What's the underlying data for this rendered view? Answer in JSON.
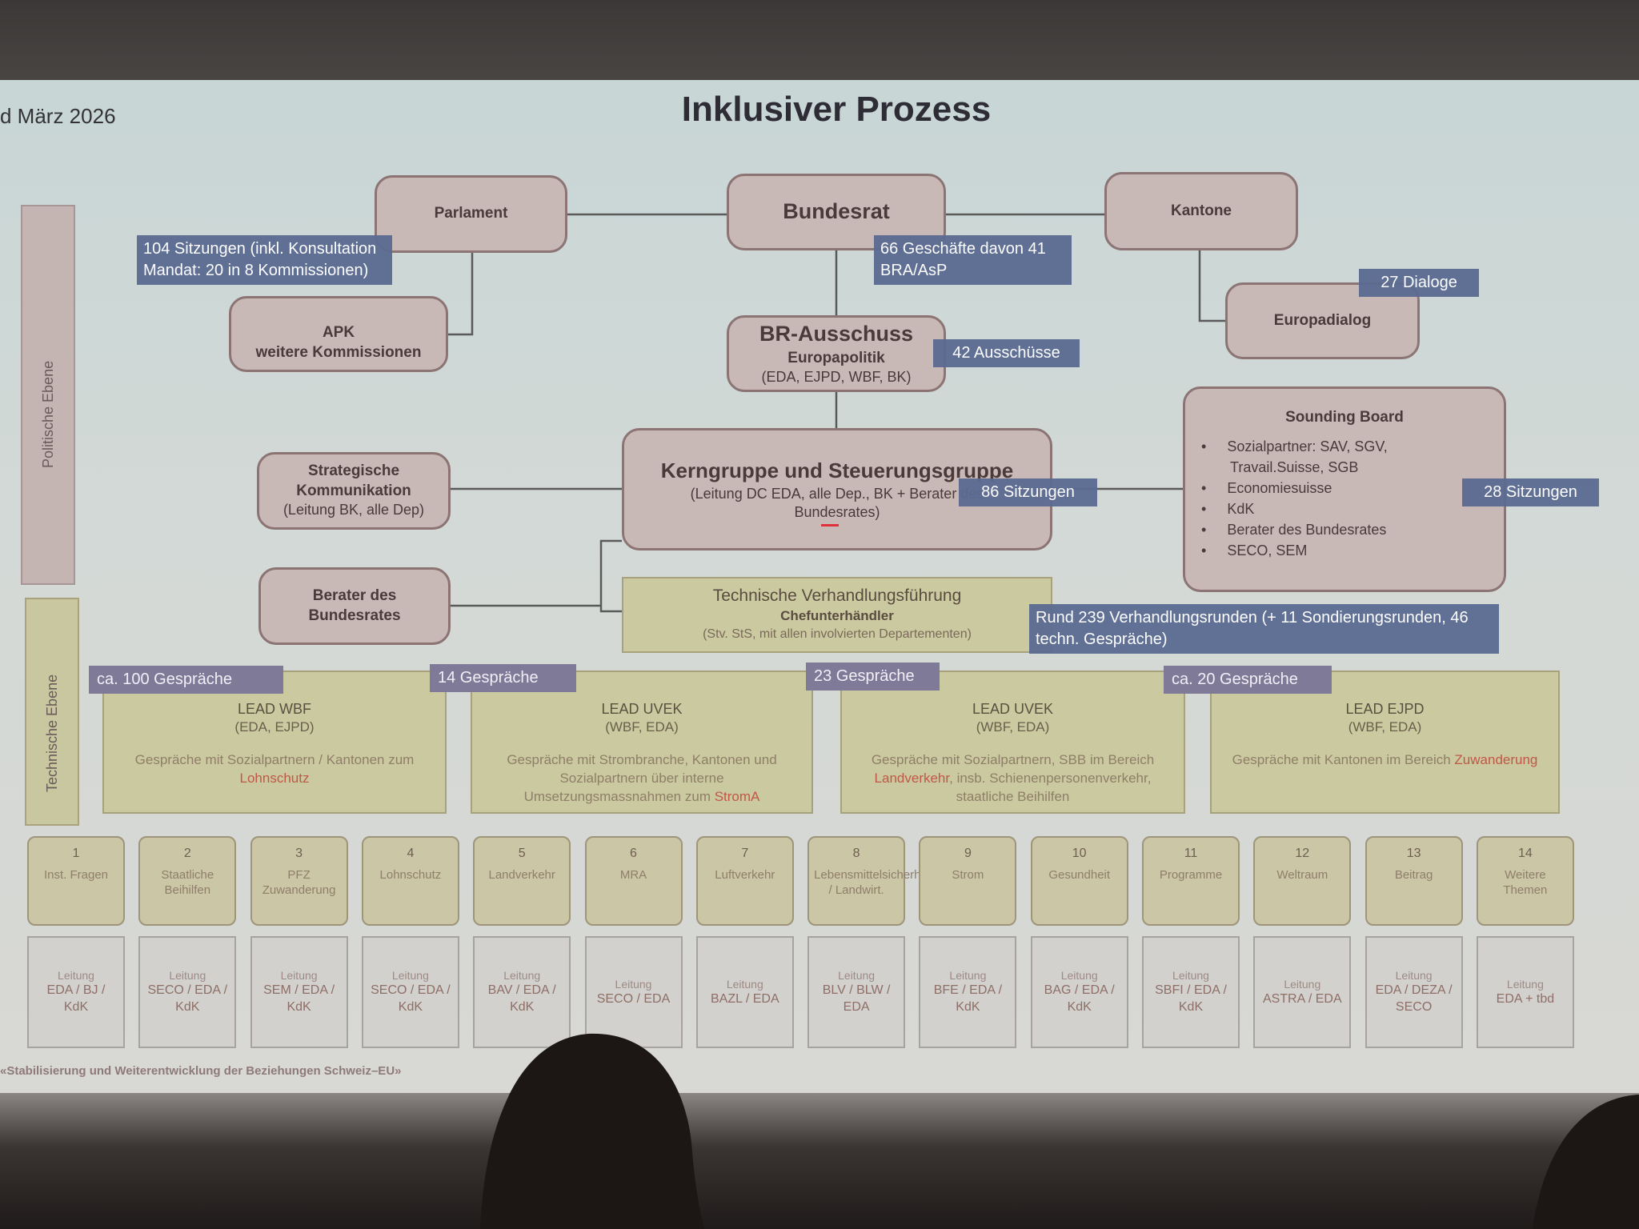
{
  "header": {
    "date": "d März 2026",
    "title": "Inklusiver Prozess"
  },
  "levels": {
    "political": "Politische Ebene",
    "technical": "Technische Ebene"
  },
  "political": {
    "parlament": "Parlament",
    "bundesrat": "Bundesrat",
    "kantone": "Kantone",
    "apk": {
      "title": "APK",
      "sub": "weitere Kommissionen"
    },
    "europadialog": "Europadialog",
    "br_ausschuss": {
      "title": "BR-Ausschuss",
      "sub": "Europapolitik",
      "members": "(EDA, EJPD, WBF, BK)"
    },
    "kerngruppe": {
      "title": "Kerngruppe und Steuerungsgruppe",
      "sub": "(Leitung DC EDA, alle Dep., BK + Berater des Bundesrates)"
    },
    "strat_komm": {
      "title": "Strategische Kommunikation",
      "sub": "(Leitung BK, alle Dep)"
    },
    "berater": "Berater des Bundesrates",
    "sounding_board": {
      "title": "Sounding Board",
      "items": [
        "Sozialpartner: SAV, SGV, Travail.Suisse, SGB",
        "Economiesuisse",
        "KdK",
        "Berater des Bundesrates",
        "SECO, SEM"
      ]
    }
  },
  "labels": {
    "sitzungen_parl": "104 Sitzungen (inkl. Konsultation Mandat: 20 in 8 Kommissionen)",
    "geschaefte": "66 Geschäfte davon 41 BRA/AsP",
    "dialoge": "27 Dialoge",
    "ausschuesse": "42 Ausschüsse",
    "sitzungen_kern": "86 Sitzungen",
    "sitzungen_sb": "28 Sitzungen",
    "verhandlungsrunden": "Rund 239 Verhandlungsrunden (+ 11 Sondierungsrunden, 46 techn. Gespräche)"
  },
  "technical": {
    "title": "Technische Verhandlungsführung",
    "sub": "Chefunterhändler",
    "members": "(Stv. StS, mit allen involvierten Departementen)"
  },
  "leads": [
    {
      "tag": "ca. 100 Gespräche",
      "title": "LEAD WBF",
      "members": "(EDA, EJPD)",
      "desc": "Gespräche mit Sozialpartnern / Kantonen zum ",
      "highlight": "Lohnschutz",
      "desc_after": ""
    },
    {
      "tag": "14 Gespräche",
      "title": "LEAD UVEK",
      "members": "(WBF, EDA)",
      "desc": "Gespräche mit Strombranche, Kantonen und Sozialpartnern über interne Umsetzungsmassnahmen zum ",
      "highlight": "StromA",
      "desc_after": ""
    },
    {
      "tag": "23 Gespräche",
      "title": "LEAD UVEK",
      "members": "(WBF, EDA)",
      "desc": "Gespräche mit Sozialpartnern, SBB im Bereich ",
      "highlight": "Landverkehr",
      "desc_after": ", insb. Schienenpersonenverkehr, staatliche Beihilfen"
    },
    {
      "tag": "ca. 20 Gespräche",
      "title": "LEAD EJPD",
      "members": "(WBF, EDA)",
      "desc": "Gespräche mit Kantonen im Bereich ",
      "highlight": "Zuwanderung",
      "desc_after": ""
    }
  ],
  "topics": [
    {
      "n": "1",
      "name": "Inst. Fragen",
      "lead": "EDA / BJ / KdK"
    },
    {
      "n": "2",
      "name": "Staatliche Beihilfen",
      "lead": "SECO / EDA / KdK"
    },
    {
      "n": "3",
      "name": "PFZ Zuwanderung",
      "lead": "SEM / EDA / KdK"
    },
    {
      "n": "4",
      "name": "Lohnschutz",
      "lead": "SECO / EDA / KdK"
    },
    {
      "n": "5",
      "name": "Landverkehr",
      "lead": "BAV / EDA / KdK"
    },
    {
      "n": "6",
      "name": "MRA",
      "lead": "SECO / EDA"
    },
    {
      "n": "7",
      "name": "Luftverkehr",
      "lead": "BAZL / EDA"
    },
    {
      "n": "8",
      "name": "Lebensmittelsicherheit / Landwirt.",
      "lead": "BLV / BLW / EDA"
    },
    {
      "n": "9",
      "name": "Strom",
      "lead": "BFE / EDA / KdK"
    },
    {
      "n": "10",
      "name": "Gesundheit",
      "lead": "BAG / EDA / KdK"
    },
    {
      "n": "11",
      "name": "Programme",
      "lead": "SBFI / EDA / KdK"
    },
    {
      "n": "12",
      "name": "Weltraum",
      "lead": "ASTRA / EDA"
    },
    {
      "n": "13",
      "name": "Beitrag",
      "lead": "EDA / DEZA / SECO"
    },
    {
      "n": "14",
      "name": "Weitere Themen",
      "lead": "EDA + tbd"
    }
  ],
  "leitung_label": "Leitung",
  "footer": "«Stabilisierung und Weiterentwicklung der Beziehungen Schweiz–EU»",
  "colors": {
    "political_box": "#c8b8b6",
    "technical_box": "#cbc99f",
    "tag": "#7f7a98",
    "label": "#5b6b92"
  }
}
